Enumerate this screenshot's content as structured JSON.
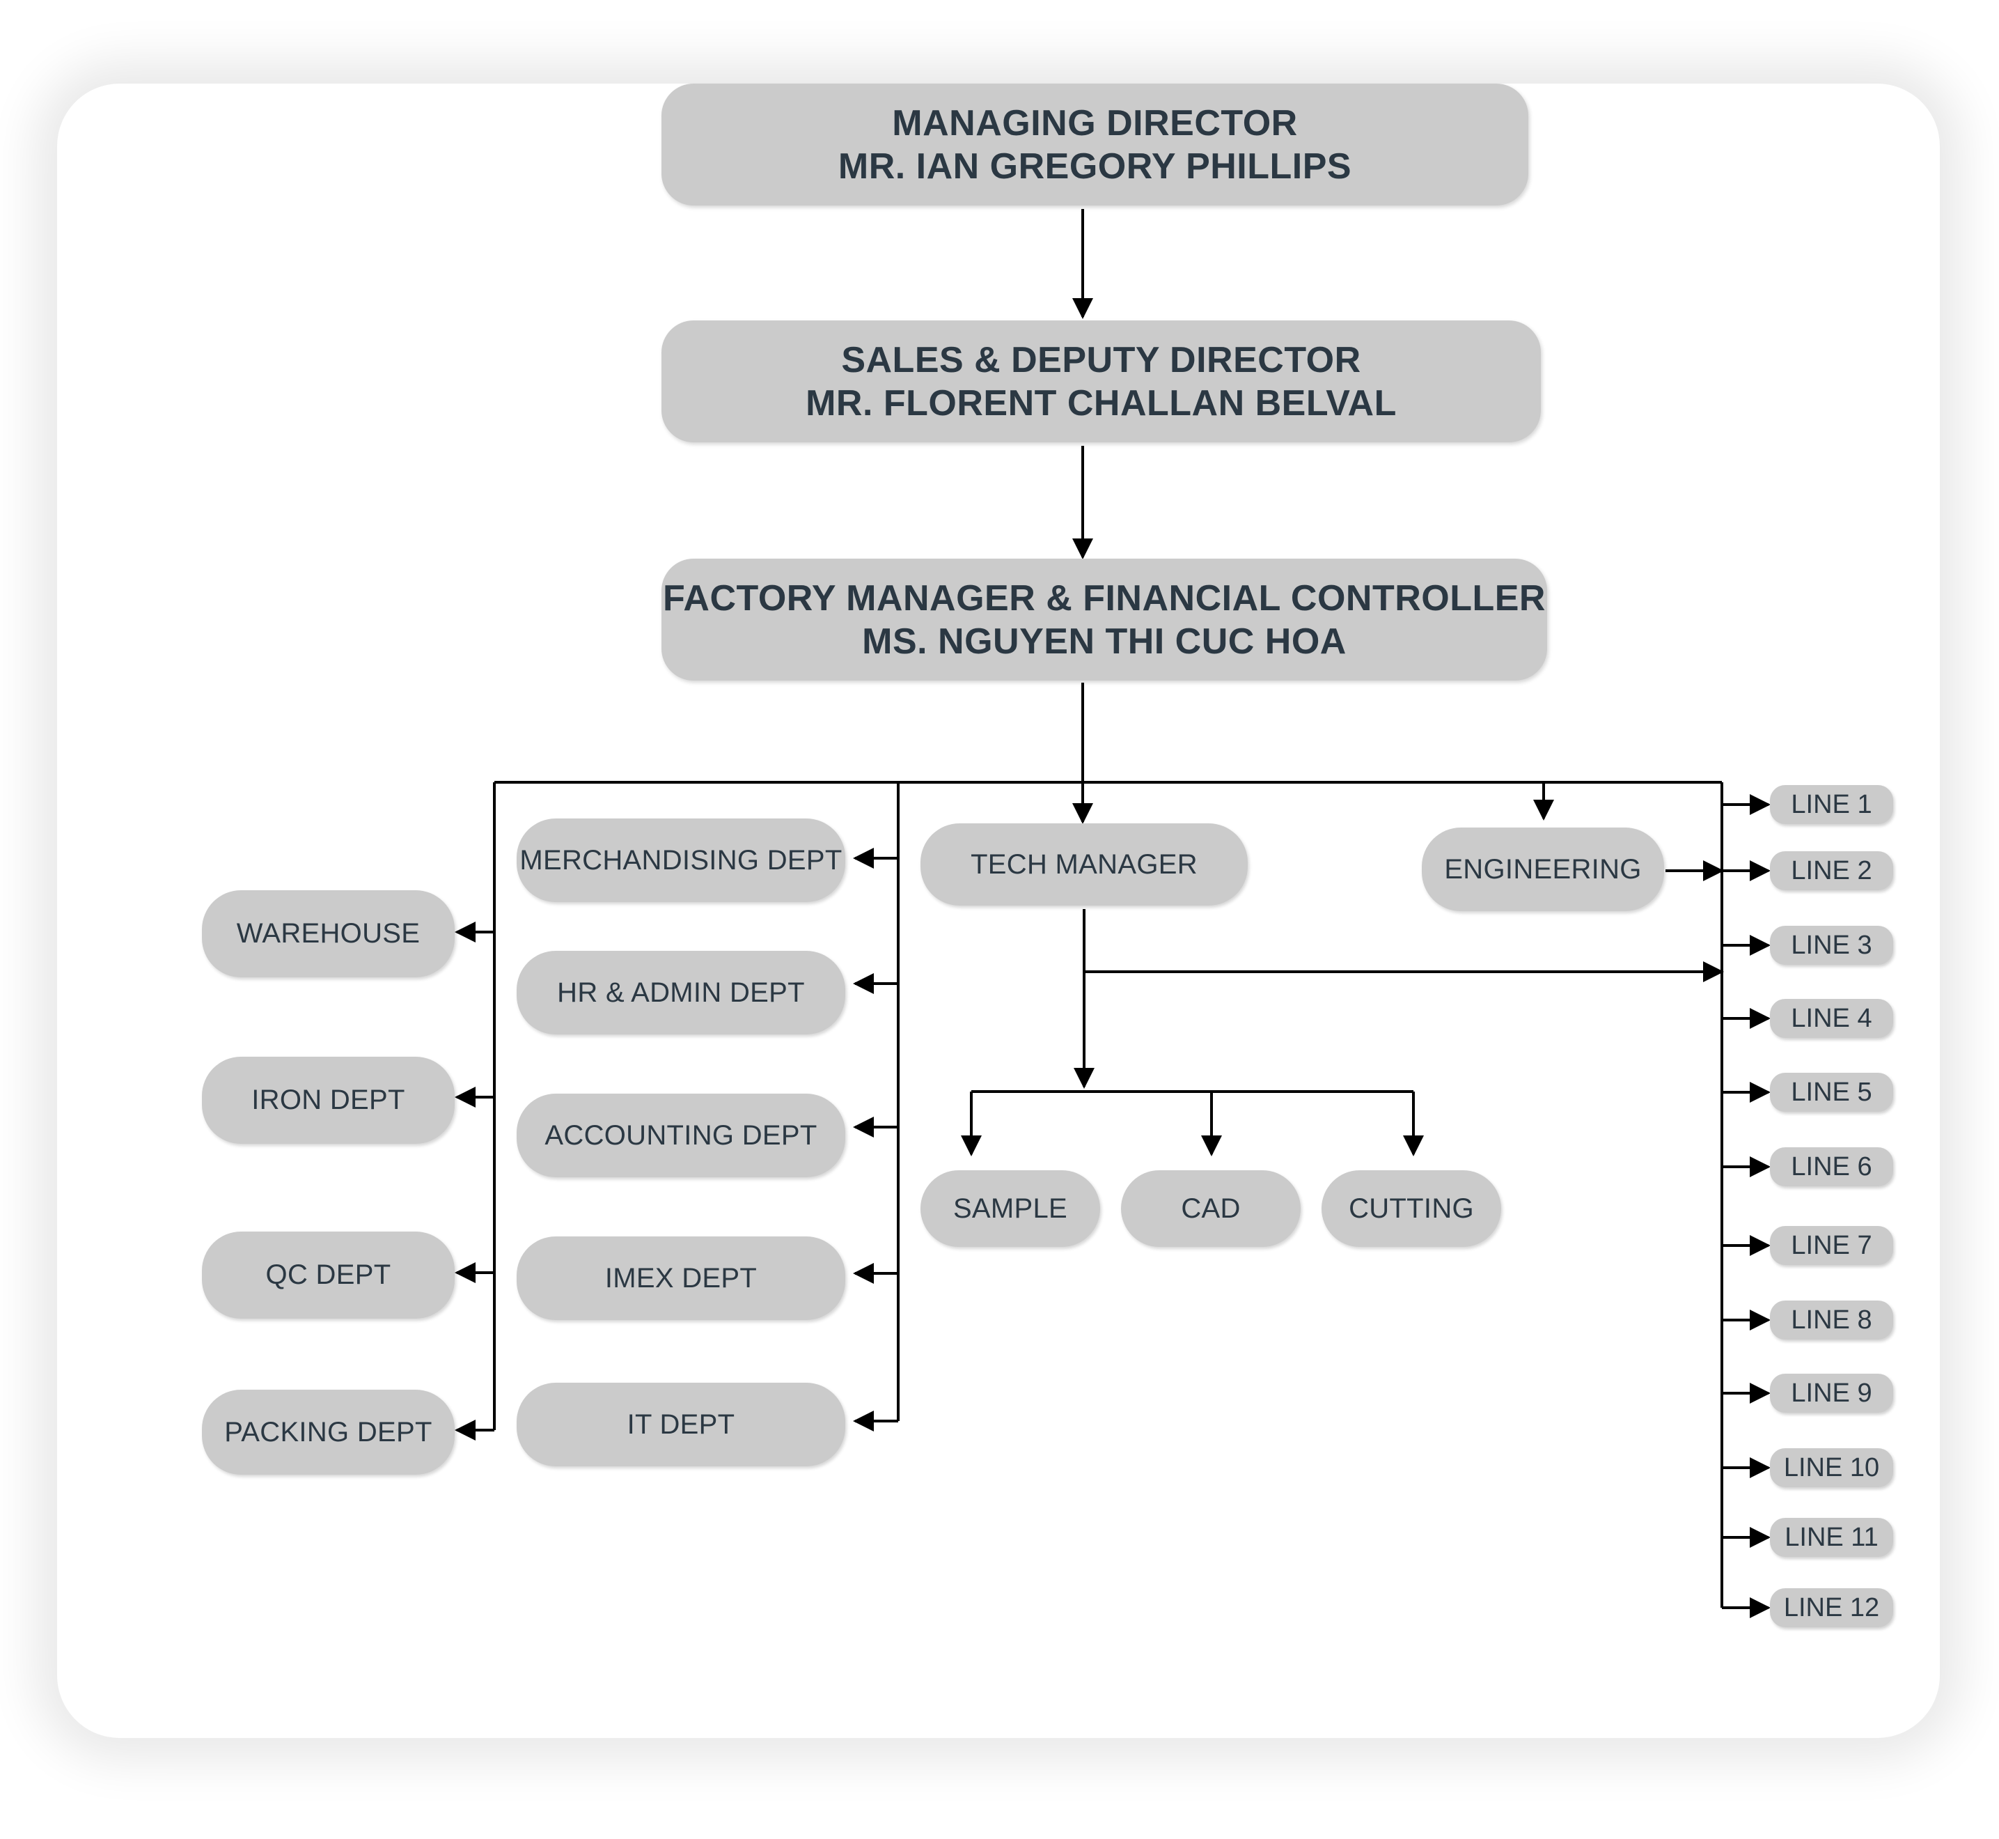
{
  "executives": {
    "managing_director": {
      "title": "MANAGING DIRECTOR",
      "name": "MR. IAN GREGORY PHILLIPS"
    },
    "sales_deputy_director": {
      "title": "SALES & DEPUTY DIRECTOR",
      "name": "MR. FLORENT CHALLAN BELVAL"
    },
    "factory_manager": {
      "title": "FACTORY MANAGER & FINANCIAL CONTROLLER",
      "name": "MS. NGUYEN THI CUC HOA"
    }
  },
  "departments_left": [
    "WAREHOUSE",
    "IRON DEPT",
    "QC DEPT",
    "PACKING DEPT"
  ],
  "departments_middle": [
    "MERCHANDISING DEPT",
    "HR & ADMIN DEPT",
    "ACCOUNTING DEPT",
    "IMEX DEPT",
    "IT DEPT"
  ],
  "tech": {
    "manager": "TECH MANAGER",
    "subunits": [
      "SAMPLE",
      "CAD",
      "CUTTING"
    ]
  },
  "engineering": "ENGINEERING",
  "production_lines": [
    "LINE 1",
    "LINE 2",
    "LINE 3",
    "LINE 4",
    "LINE 5",
    "LINE 6",
    "LINE 7",
    "LINE 8",
    "LINE 9",
    "LINE 10",
    "LINE 11",
    "LINE 12"
  ],
  "colors": {
    "box_fill": "#cbcbcb",
    "text": "#2b3843",
    "connector": "#000000"
  }
}
